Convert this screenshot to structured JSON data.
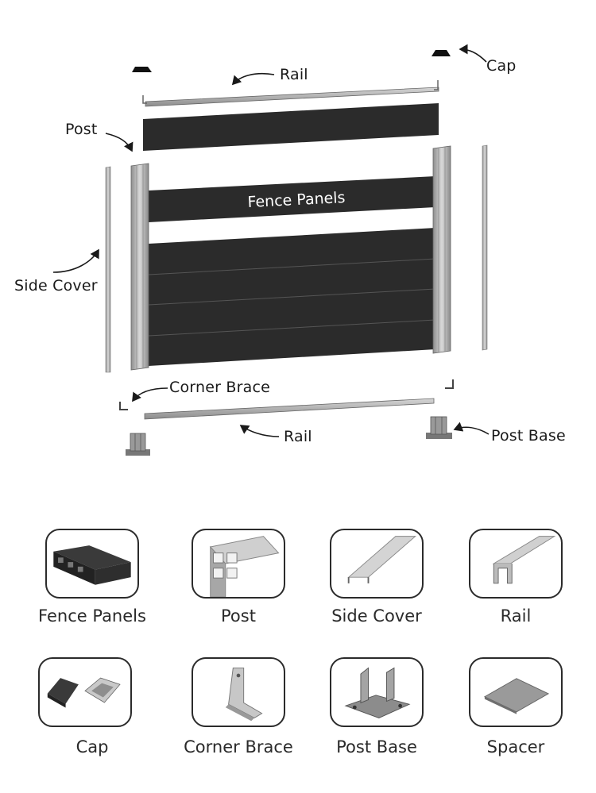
{
  "diagram": {
    "callouts": {
      "rail_top": "Rail",
      "cap": "Cap",
      "post": "Post",
      "fence_panels": "Fence Panels",
      "side_cover": "Side Cover",
      "corner_brace": "Corner Brace",
      "rail_bottom": "Rail",
      "post_base": "Post Base"
    }
  },
  "catalog": {
    "items": [
      {
        "label": "Fence Panels",
        "icon": "fence-panel-icon"
      },
      {
        "label": "Post",
        "icon": "post-profile-icon"
      },
      {
        "label": "Side Cover",
        "icon": "side-cover-icon"
      },
      {
        "label": "Rail",
        "icon": "rail-profile-icon"
      },
      {
        "label": "Cap",
        "icon": "post-cap-icon"
      },
      {
        "label": "Corner Brace",
        "icon": "corner-brace-icon"
      },
      {
        "label": "Post Base",
        "icon": "post-base-icon"
      },
      {
        "label": "Spacer",
        "icon": "spacer-icon"
      }
    ]
  },
  "colors": {
    "panel": "#2b2b2b",
    "metal": "#b9b9b9",
    "outline": "#2b2b2b"
  }
}
